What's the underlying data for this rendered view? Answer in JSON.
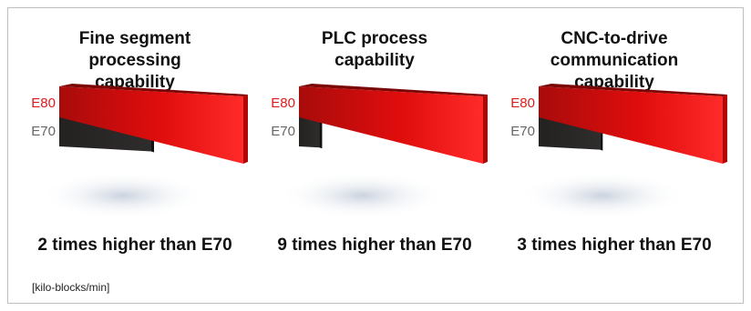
{
  "chart_data": {
    "type": "bar",
    "colors": {
      "E80": "#e00d0d",
      "E70": "#2f2c2c",
      "E80_label": "#e01a1a",
      "E70_label": "#666666"
    },
    "unit_label": "[kilo-blocks/min]",
    "charts": [
      {
        "title": "Fine segment\nprocessing\ncapability",
        "caption": "2 times higher than E70",
        "series": [
          {
            "name": "E80",
            "value": 2
          },
          {
            "name": "E70",
            "value": 1
          }
        ]
      },
      {
        "title": "PLC process\ncapability",
        "caption": "9 times higher than E70",
        "series": [
          {
            "name": "E80",
            "value": 9
          },
          {
            "name": "E70",
            "value": 1
          }
        ]
      },
      {
        "title": "CNC-to-drive\ncommunication\ncapability",
        "caption": "3 times higher than E70",
        "series": [
          {
            "name": "E80",
            "value": 3
          },
          {
            "name": "E70",
            "value": 1
          }
        ]
      }
    ]
  }
}
